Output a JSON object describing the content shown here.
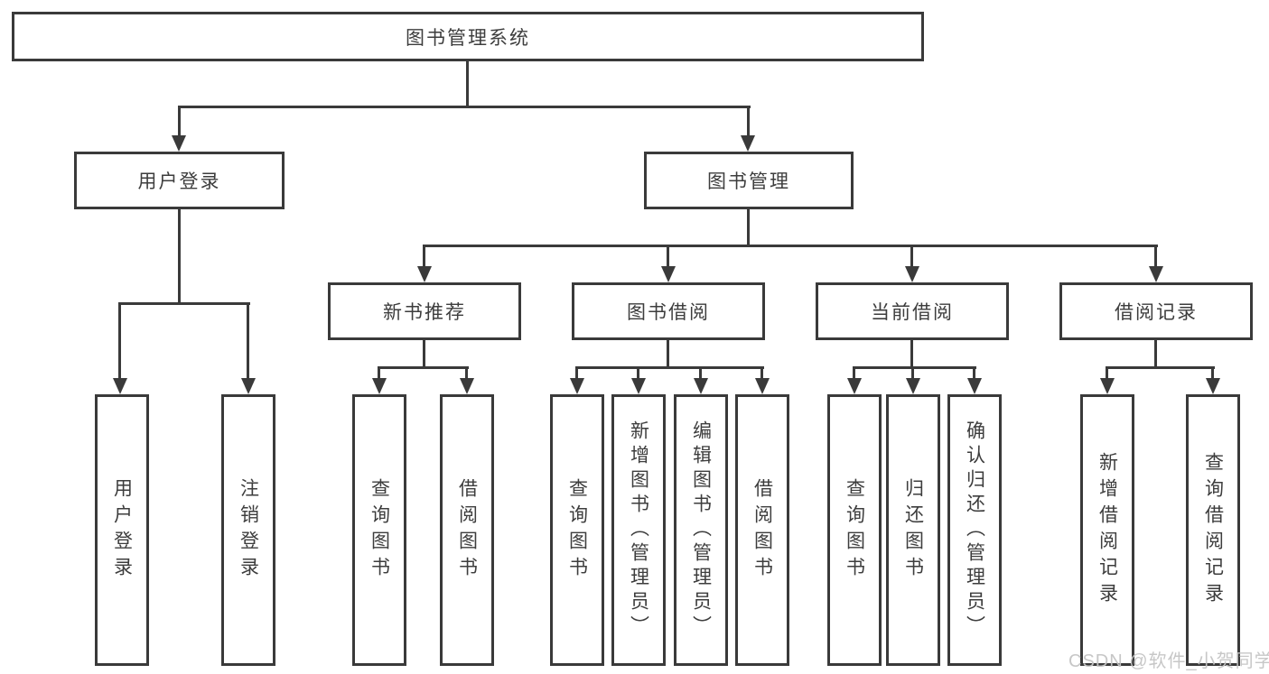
{
  "tree": {
    "root": {
      "label": "图书管理系统",
      "children": [
        {
          "label": "用户登录",
          "children": [
            {
              "label": "用户登录"
            },
            {
              "label": "注销登录"
            }
          ]
        },
        {
          "label": "图书管理",
          "children": [
            {
              "label": "新书推荐",
              "children": [
                {
                  "label": "查询图书"
                },
                {
                  "label": "借阅图书"
                }
              ]
            },
            {
              "label": "图书借阅",
              "children": [
                {
                  "label": "查询图书"
                },
                {
                  "label": "新增图书（管理员）"
                },
                {
                  "label": "编辑图书（管理员）"
                },
                {
                  "label": "借阅图书"
                }
              ]
            },
            {
              "label": "当前借阅",
              "children": [
                {
                  "label": "查询图书"
                },
                {
                  "label": "归还图书"
                },
                {
                  "label": "确认归还（管理员）"
                }
              ]
            },
            {
              "label": "借阅记录",
              "children": [
                {
                  "label": "新增借阅记录"
                },
                {
                  "label": "查询借阅记录"
                }
              ]
            }
          ]
        }
      ]
    }
  },
  "watermark": {
    "text": "CSDN @软件_小贺同学"
  },
  "colors": {
    "line": "#3a3a3a",
    "text": "#3d3d3d",
    "background": "#ffffff",
    "watermark": "#c4c4c4"
  }
}
